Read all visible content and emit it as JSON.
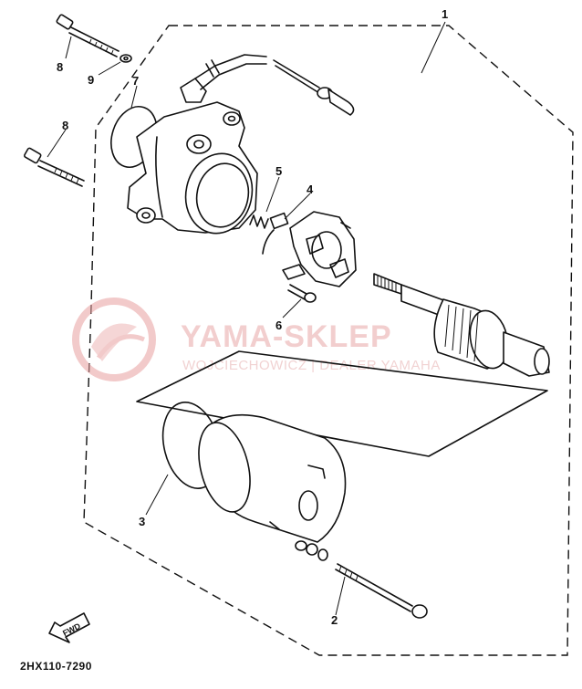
{
  "diagram": {
    "callouts": [
      "1",
      "2",
      "3",
      "4",
      "5",
      "6",
      "7",
      "8",
      "8",
      "9"
    ],
    "direction_label": "FWD",
    "drawing_code": "2HX110-7290"
  },
  "watermark": {
    "brand": "YAMA-SKLEP",
    "subtitle": "WOJCIECHOWICZ | DEALER YAMAHA"
  }
}
